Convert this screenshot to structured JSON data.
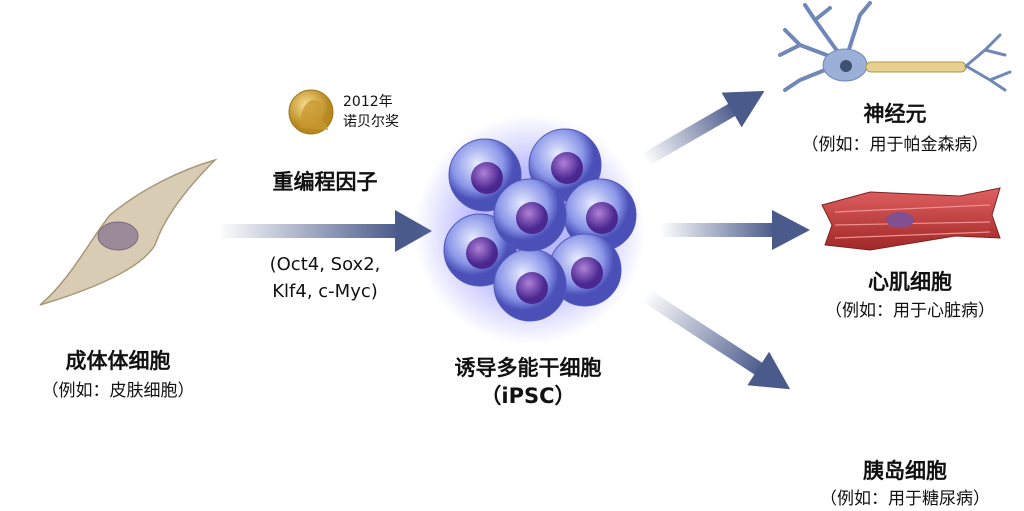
{
  "nobel": {
    "year": "2012年",
    "prize": "诺贝尔奖"
  },
  "reprogramming": {
    "title": "重编程因子",
    "factors_line1": "(Oct4, Sox2,",
    "factors_line2": "Klf4, c-Myc)"
  },
  "source_cell": {
    "title": "成体体细胞",
    "example": "（例如：皮肤细胞）"
  },
  "ipsc": {
    "title": "诱导多能干细胞",
    "abbr": "（iPSC）"
  },
  "targets": [
    {
      "title": "神经元",
      "example": "（例如：用于帕金森病）"
    },
    {
      "title": "心肌细胞",
      "example": "（例如：用于心脏病）"
    },
    {
      "title": "胰岛细胞",
      "example": "（例如：用于糖尿病）"
    }
  ],
  "colors": {
    "arrow": "#4a5a8a",
    "ipsc": "#6a6ee0",
    "fibroblast": "#d8ccb4",
    "neuron": "#8aa3c8",
    "muscle": "#c84040",
    "islet": "#e8d070"
  }
}
